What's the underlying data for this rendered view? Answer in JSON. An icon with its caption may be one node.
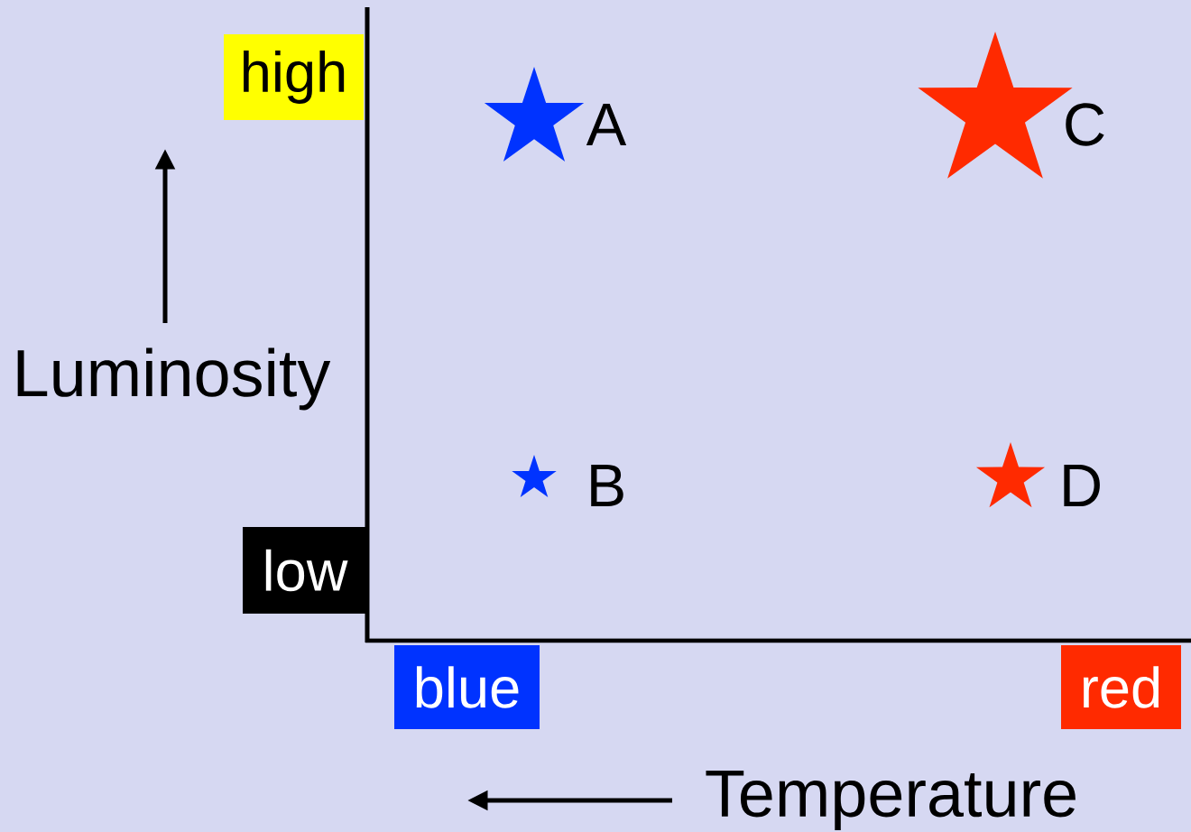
{
  "diagram": {
    "nodes": [
      {
        "text": [
          "high"
        ]
      },
      {
        "text": [],
        "shape": "star",
        "beside": [
          "A"
        ]
      },
      {
        "text": [],
        "shape": "star",
        "beside": [
          "C"
        ]
      },
      {
        "text": [],
        "shape": "star",
        "beside": [
          "B"
        ]
      },
      {
        "text": [],
        "shape": "star",
        "beside": [
          "D"
        ]
      },
      {
        "text": [
          "low"
        ]
      },
      {
        "text": [
          "blue"
        ]
      },
      {
        "text": [
          "red"
        ]
      }
    ],
    "labels": [
      "Luminosity",
      "Temperature"
    ]
  }
}
